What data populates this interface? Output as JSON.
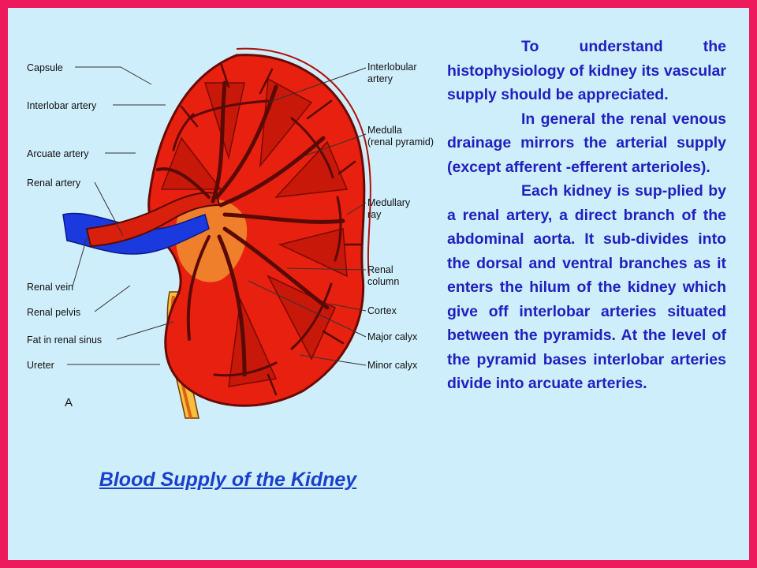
{
  "figure": {
    "panel_letter": "A",
    "labels_left": [
      "Capsule",
      "Interlobar artery",
      "Arcuate artery",
      "Renal artery",
      "Renal vein",
      "Renal pelvis",
      "Fat in renal sinus",
      "Ureter"
    ],
    "labels_right": [
      {
        "line1": "Interlobular",
        "line2": "artery"
      },
      {
        "line1": "Medulla",
        "line2": "(renal pyramid)"
      },
      {
        "line1": "Medullary",
        "line2": "ray"
      },
      {
        "line1": "Renal",
        "line2": "column"
      },
      {
        "line1": "Cortex",
        "line2": ""
      },
      {
        "line1": "Major calyx",
        "line2": ""
      },
      {
        "line1": "Minor calyx",
        "line2": ""
      }
    ],
    "colors": {
      "kidney": "#e8200f",
      "kidney_dark": "#c01008",
      "vessel": "#5a0a04",
      "vein": "#1a3adf",
      "fat": "#f5c040",
      "border": "#ee1a5e",
      "background": "#cfeefc"
    }
  },
  "title": "Blood Supply of the Kidney",
  "paragraphs": [
    "To understand the histophysiology of kidney its vascular supply should be appreciated.",
    "In general the renal venous drainage mirrors the arterial supply (except afferent -efferent arterioles).",
    "Each kidney is sup-plied by a renal artery, a direct branch of the abdominal aorta. It sub-divides into the dorsal and ventral branches as it enters the hilum of the kidney which give off interlobar arteries situated between the pyramids. At the level of the pyramid bases interlobar arteries divide into arcuate arteries."
  ]
}
